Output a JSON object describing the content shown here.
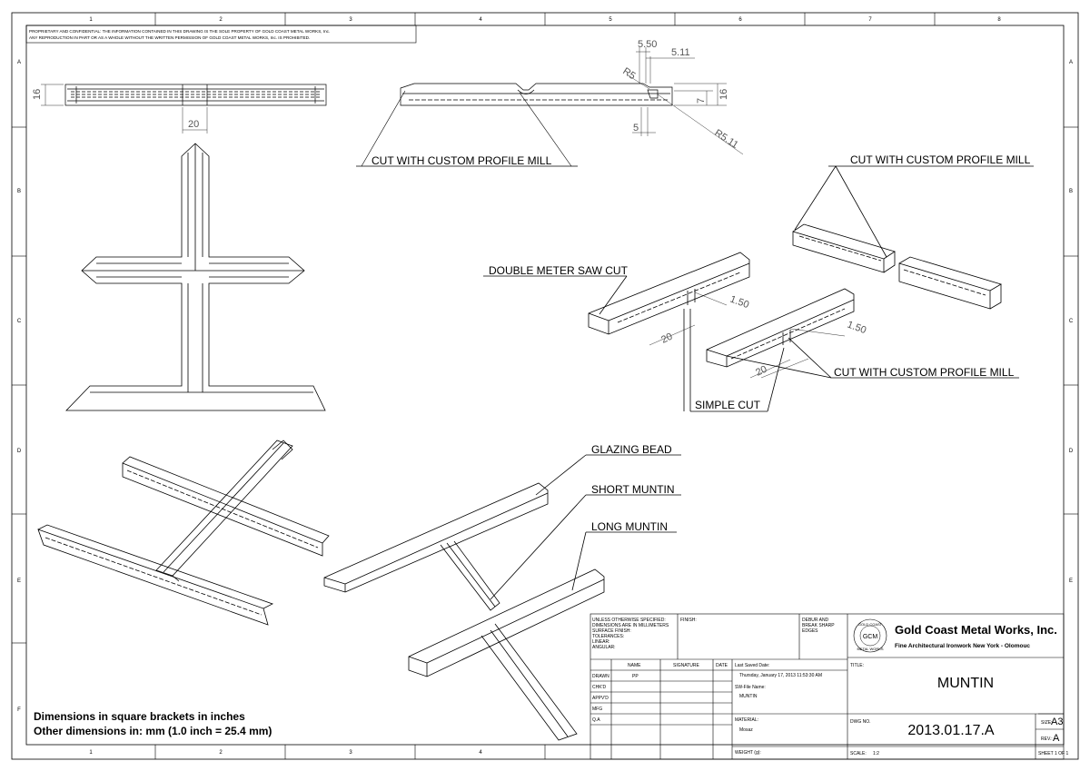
{
  "border": {
    "columns": [
      "1",
      "2",
      "3",
      "4",
      "5",
      "6",
      "7",
      "8"
    ],
    "rows": [
      "A",
      "B",
      "C",
      "D",
      "E",
      "F"
    ]
  },
  "proprietary_notice": {
    "line1": "PROPRIETARY AND CONFIDENTIAL: THE INFORMATION CONTAINED IN THIS DRAWING IS THE SOLE PROPERTY OF GOLD COAST METAL WORKS, Inc.",
    "line2": "ANY REPRODUCTION IN PART OR AS A WHOLE WITHOUT THE WRITTEN PERMISSION OF GOLD COAST METAL WORKS, Inc. IS PROHIBITED."
  },
  "dimensions": {
    "top_height": "16",
    "top_width": "20",
    "profile_550": "5.50",
    "profile_511": "5.11",
    "profile_r5": "R5",
    "profile_7": "7",
    "profile_16": "16",
    "profile_5": "5",
    "profile_r511": "R5.11",
    "iso_150_a": "1.50",
    "iso_20_a": "20",
    "iso_150_b": "1.50",
    "iso_20_b": "20"
  },
  "callouts": {
    "cut_custom_mill_1": "CUT WITH CUSTOM PROFILE MILL",
    "cut_custom_mill_2": "CUT WITH CUSTOM PROFILE MILL",
    "cut_custom_mill_3": "CUT WITH CUSTOM PROFILE MILL",
    "double_meter": "DOUBLE METER SAW CUT",
    "simple_cut": "SIMPLE CUT",
    "glazing_bead": "GLAZING BEAD",
    "short_muntin": "SHORT MUNTIN",
    "long_muntin": "LONG MUNTIN"
  },
  "notes": {
    "line1": "Dimensions in square brackets in inches",
    "line2": "Other dimensions in:  mm   (1.0 inch = 25.4 mm)"
  },
  "title_block": {
    "tolerance_text": [
      "UNLESS OTHERWISE SPECIFIED:",
      "DIMENSIONS ARE IN MILLIMETERS",
      "SURFACE FINISH:",
      "TOLERANCES:",
      "   LINEAR:",
      "   ANGULAR:"
    ],
    "finish_label": "FINISH:",
    "deburr_text": [
      "DEBUR AND",
      "BREAK SHARP",
      "EDGES"
    ],
    "headers": {
      "name": "NAME",
      "signature": "SIGNATURE",
      "date": "DATE"
    },
    "rows": [
      "DRAWN",
      "CHK'D",
      "APPV'D",
      "MFG",
      "Q.A"
    ],
    "drawn_name": "PP",
    "last_saved_label": "Last Saved Date:",
    "last_saved_value": "Thursday, January 17, 2013 11:53:30 AM",
    "sw_file_label": "SW-File Name:",
    "sw_file_value": "MUNTIN",
    "material_label": "MATERIAL:",
    "material_value": "Mosaz",
    "weight_label": "WEIGHT (g):",
    "company_name": "Gold Coast Metal Works, Inc.",
    "company_tagline": "Fine Architectural Ironwork New York - Olomouc",
    "logo_initials": "GCM",
    "logo_ring_top": "GOLD COAST",
    "logo_ring_bottom": "METAL WORKS",
    "title_label": "TITLE:",
    "title_value": "MUNTIN",
    "dwg_no_label": "DWG NO.",
    "dwg_no_value": "2013.01.17.A",
    "size_label": "SIZE:",
    "size_value": "A3",
    "rev_label": "REV.:",
    "rev_value": "A",
    "scale_label": "SCALE:",
    "scale_value": "1:2",
    "sheet_text": "SHEET 1 OF 1"
  }
}
